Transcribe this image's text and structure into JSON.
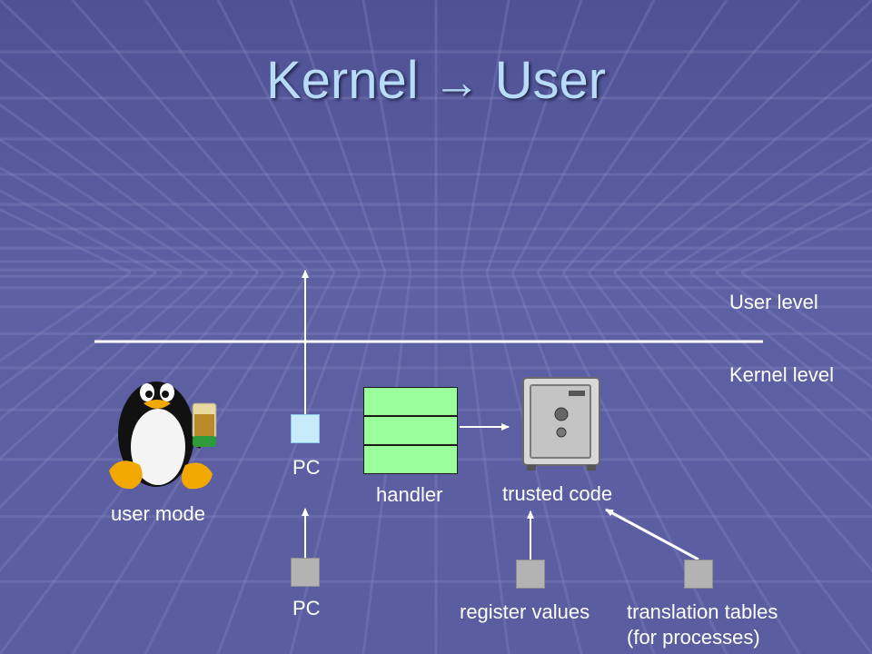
{
  "slide": {
    "title_left": "Kernel",
    "title_arrow": "→",
    "title_right": "User",
    "colors": {
      "background": "#5a5d9e",
      "title": "#b8dcf8",
      "handler": "#9aff9a",
      "pc_top": "#c9ecfd",
      "gray_box": "#b3b3b3"
    }
  },
  "diagram": {
    "user_level_label": "User level",
    "kernel_level_label": "Kernel level",
    "user_mode_label": "user mode",
    "pc_upper_label": "PC",
    "pc_lower_label": "PC",
    "handler_label": "handler",
    "trusted_code_label": "trusted code",
    "register_values_label": "register values",
    "translation_tables_line1": "translation tables",
    "translation_tables_line2": "(for processes)",
    "icons": {
      "mascot": "linux-penguin-icon",
      "safe": "safe-icon"
    }
  }
}
